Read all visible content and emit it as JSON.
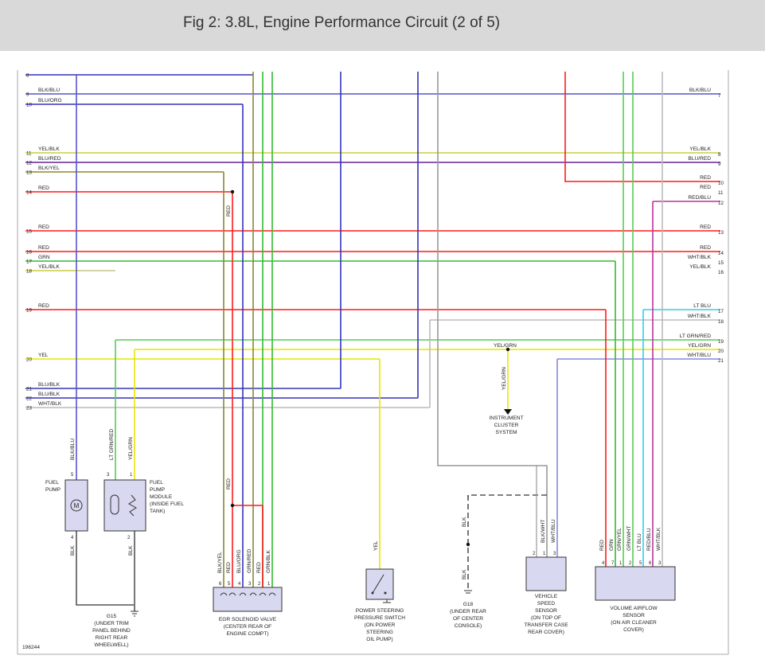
{
  "title": "Fig 2: 3.8L, Engine Performance Circuit (2 of 5)",
  "figure_id": "196244",
  "colors": {
    "blk": "#555555",
    "blu": "#3333bb",
    "blk_blu": "#5555cc",
    "red": "#ff1a1a",
    "yel": "#e6e600",
    "yel_blk": "#cccc44",
    "grn": "#33bb33",
    "lt_grn": "#55cc55",
    "olive": "#888833",
    "purple": "#662299",
    "lt_blu": "#33ccee",
    "gray": "#999999",
    "wht": "#bbbbbb",
    "lavender": "#8888dd",
    "pink": "#bb3399"
  },
  "left_wires": [
    {
      "num": "8",
      "label": "",
      "color": "blu"
    },
    {
      "num": "9",
      "label": "BLK/BLU",
      "color": "blk_blu"
    },
    {
      "num": "10",
      "label": "BLU/ORG",
      "color": "blu"
    },
    {
      "num": "11",
      "label": "YEL/BLK",
      "color": "yel_blk"
    },
    {
      "num": "12",
      "label": "BLU/RED",
      "color": "purple"
    },
    {
      "num": "13",
      "label": "BLK/YEL",
      "color": "olive"
    },
    {
      "num": "14",
      "label": "RED",
      "color": "red"
    },
    {
      "num": "15",
      "label": "RED",
      "color": "red"
    },
    {
      "num": "16",
      "label": "RED",
      "color": "red"
    },
    {
      "num": "17",
      "label": "GRN",
      "color": "grn"
    },
    {
      "num": "18",
      "label": "YEL/BLK",
      "color": "yel_blk"
    },
    {
      "num": "19",
      "label": "RED",
      "color": "red"
    },
    {
      "num": "20",
      "label": "YEL",
      "color": "yel"
    },
    {
      "num": "21",
      "label": "BLU/BLK",
      "color": "blu"
    },
    {
      "num": "22",
      "label": "BLU/BLK",
      "color": "blu"
    },
    {
      "num": "23",
      "label": "WHT/BLK",
      "color": "wht"
    }
  ],
  "right_wires": [
    {
      "num": "7",
      "label": "BLK/BLU",
      "color": "blk_blu"
    },
    {
      "num": "8",
      "label": "YEL/BLK",
      "color": "yel_blk"
    },
    {
      "num": "9",
      "label": "BLU/RED",
      "color": "purple"
    },
    {
      "num": "10",
      "label": "RED",
      "color": "red"
    },
    {
      "num": "11",
      "label": "RED",
      "color": "red"
    },
    {
      "num": "12",
      "label": "RED/BLU",
      "color": "pink"
    },
    {
      "num": "13",
      "label": "RED",
      "color": "red"
    },
    {
      "num": "14",
      "label": "RED",
      "color": "red"
    },
    {
      "num": "15",
      "label": "WHT/BLK",
      "color": "wht"
    },
    {
      "num": "16",
      "label": "YEL/BLK",
      "color": "yel_blk"
    },
    {
      "num": "17",
      "label": "LT BLU",
      "color": "lt_blu"
    },
    {
      "num": "18",
      "label": "WHT/BLK",
      "color": "wht"
    },
    {
      "num": "19",
      "label": "LT GRN/RED",
      "color": "lt_grn"
    },
    {
      "num": "20",
      "label": "YEL/GRN",
      "color": "yel"
    },
    {
      "num": "21",
      "label": "WHT/BLU",
      "color": "lavender"
    }
  ],
  "junction_labels": {
    "red_vertical": "RED",
    "red_vertical_2": "RED",
    "yel_grn_h": "YEL/GRN",
    "yel_grn_v": "YEL/GRN",
    "blk_g18_top": "BLK",
    "blk_g18_bottom": "BLK"
  },
  "components": {
    "fuel_pump": {
      "label_lines": [
        "FUEL",
        "PUMP"
      ],
      "pin_top": "5",
      "pin_bottom": "4",
      "wire_top": "BLK/BLU",
      "wire_bottom": "BLK"
    },
    "fuel_pump_module": {
      "label_lines": [
        "FUEL",
        "PUMP",
        "MODULE",
        "(INSIDE FUEL",
        "TANK)"
      ],
      "pins_top": [
        "3",
        "1"
      ],
      "pin_bottom": "2",
      "wires_top": [
        "LT GRN/RED",
        "YEL/GRN"
      ],
      "wire_bottom": "BLK"
    },
    "egr_valve": {
      "label_lines": [
        "EGR SOLENOID VALVE",
        "(CENTER REAR OF",
        "ENGINE COMPT)"
      ],
      "pins": [
        "6",
        "5",
        "4",
        "3",
        "2",
        "1"
      ],
      "wires": [
        "BLK/YEL",
        "RED",
        "BLU/ORG",
        "GRN/RED",
        "RED",
        "GRN/BLK"
      ]
    },
    "ps_switch": {
      "label_lines": [
        "POWER STEERING",
        "PRESSURE SWITCH",
        "(ON POWER",
        "STEERING",
        "OIL PUMP)"
      ],
      "wire": "YEL"
    },
    "g18": {
      "label_lines": [
        "G18",
        "(UNDER REAR",
        "OF CENTER",
        "CONSOLE)"
      ]
    },
    "vss": {
      "label_lines": [
        "VEHICLE",
        "SPEED",
        "SENSOR",
        "(ON TOP OF",
        "TRANSFER CASE",
        "REAR COVER)"
      ],
      "pins": [
        "2",
        "1",
        "3"
      ],
      "wires": [
        "BLK/WHT",
        "WHT/BLU"
      ]
    },
    "vaf": {
      "label_lines": [
        "VOLUME AIRFLOW",
        "SENSOR",
        "(ON AIR CLEANER",
        "COVER)"
      ],
      "pins": [
        "4",
        "7",
        "1",
        "2",
        "5",
        "6",
        "3"
      ],
      "wires": [
        "RED",
        "GRN",
        "GRN/YEL",
        "GRN/WHT",
        "LT BLU",
        "RED/BLU",
        "WHT/BLK"
      ]
    },
    "g15": {
      "label_lines": [
        "G15",
        "(UNDER TRIM",
        "PANEL BEHIND",
        "RIGHT REAR",
        "WHEELWELL)"
      ]
    },
    "instrument_cluster": {
      "label_lines": [
        "INSTRUMENT",
        "CLUSTER",
        "SYSTEM"
      ]
    }
  }
}
